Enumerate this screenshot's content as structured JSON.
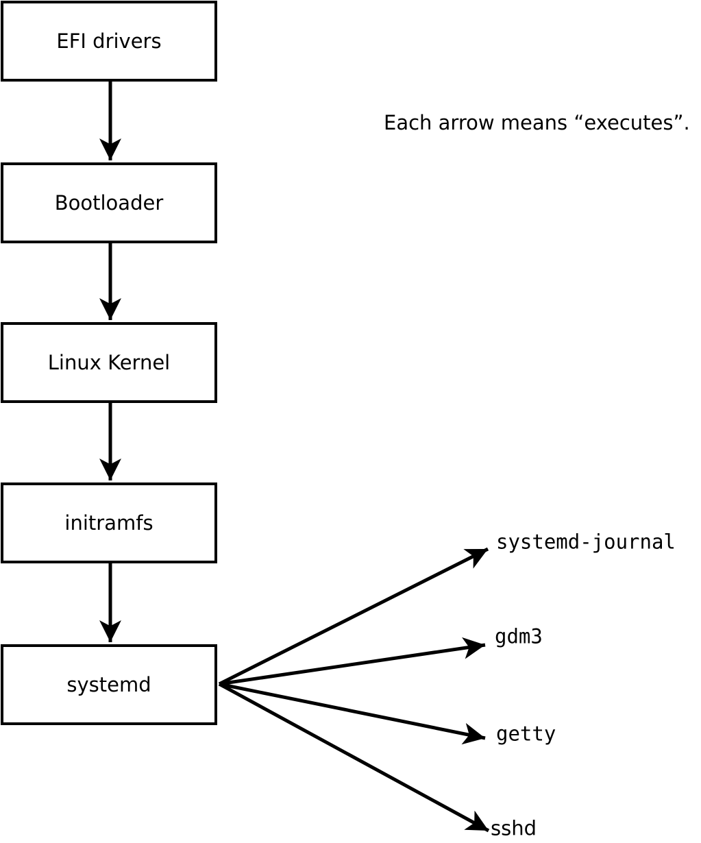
{
  "caption": "Each arrow means “executes”.",
  "chain": [
    {
      "label": "EFI drivers"
    },
    {
      "label": "Bootloader"
    },
    {
      "label": "Linux Kernel"
    },
    {
      "label": "initramfs"
    },
    {
      "label": "systemd"
    }
  ],
  "services": [
    {
      "label": "systemd-journal"
    },
    {
      "label": "gdm3"
    },
    {
      "label": "getty"
    },
    {
      "label": "sshd"
    }
  ],
  "colors": {
    "line": "#000000",
    "box_background": "#ffffff",
    "text": "#000000"
  }
}
